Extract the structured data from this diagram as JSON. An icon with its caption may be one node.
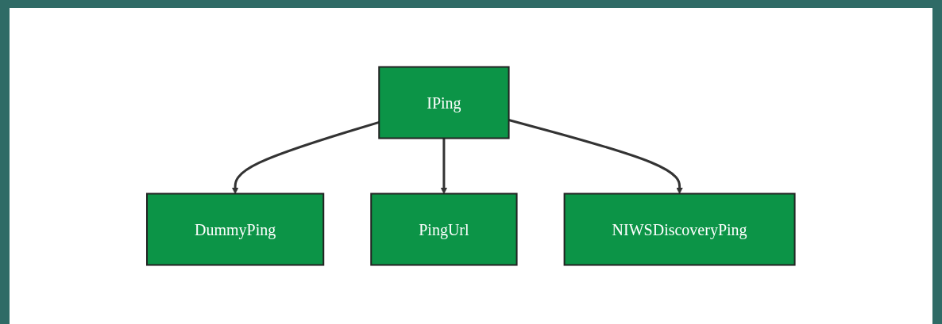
{
  "diagram": {
    "nodes": [
      {
        "text": [
          "IPing"
        ]
      },
      {
        "text": [
          "DummyPing"
        ]
      },
      {
        "text": [
          "PingUrl"
        ]
      },
      {
        "text": [
          "NIWSDiscoveryPing"
        ]
      }
    ],
    "edges": [
      {
        "from": 0,
        "to": 1,
        "arrow": "to"
      },
      {
        "from": 0,
        "to": 2,
        "arrow": "to"
      },
      {
        "from": 0,
        "to": 3,
        "arrow": "to"
      }
    ]
  }
}
